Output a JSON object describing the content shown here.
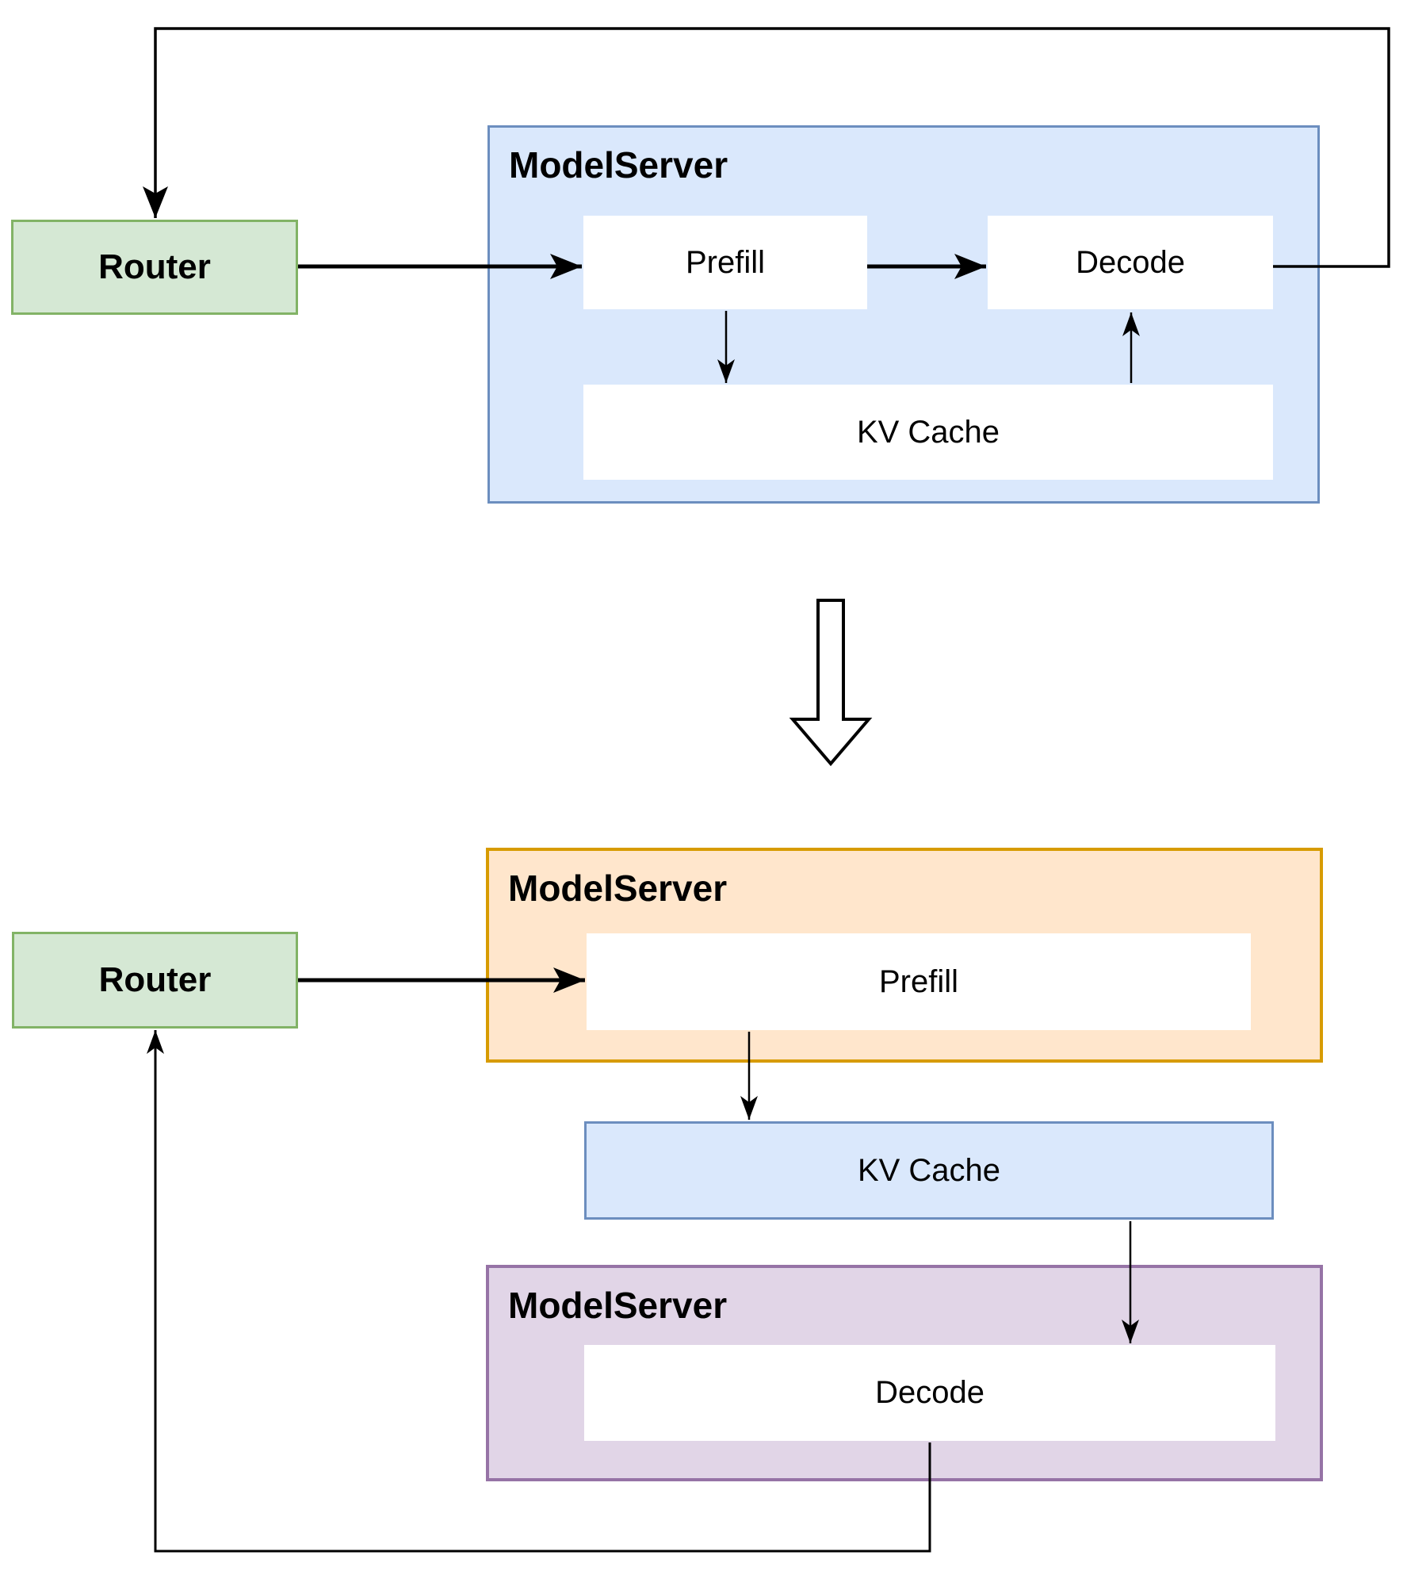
{
  "top_diagram": {
    "router_label": "Router",
    "modelserver_label": "ModelServer",
    "prefill_label": "Prefill",
    "decode_label": "Decode",
    "kv_cache_label": "KV Cache"
  },
  "bottom_diagram": {
    "router_label": "Router",
    "prefill_server_label": "ModelServer",
    "prefill_label": "Prefill",
    "kv_cache_label": "KV Cache",
    "decode_server_label": "ModelServer",
    "decode_label": "Decode"
  },
  "colors": {
    "green_fill": "#d5e8d4",
    "green_stroke": "#82b366",
    "blue_fill": "#dae8fc",
    "blue_stroke": "#6c8ebf",
    "orange_fill": "#ffe6cc",
    "orange_stroke": "#d79b00",
    "purple_fill": "#e1d5e7",
    "purple_stroke": "#9673a6",
    "line": "#000000"
  }
}
